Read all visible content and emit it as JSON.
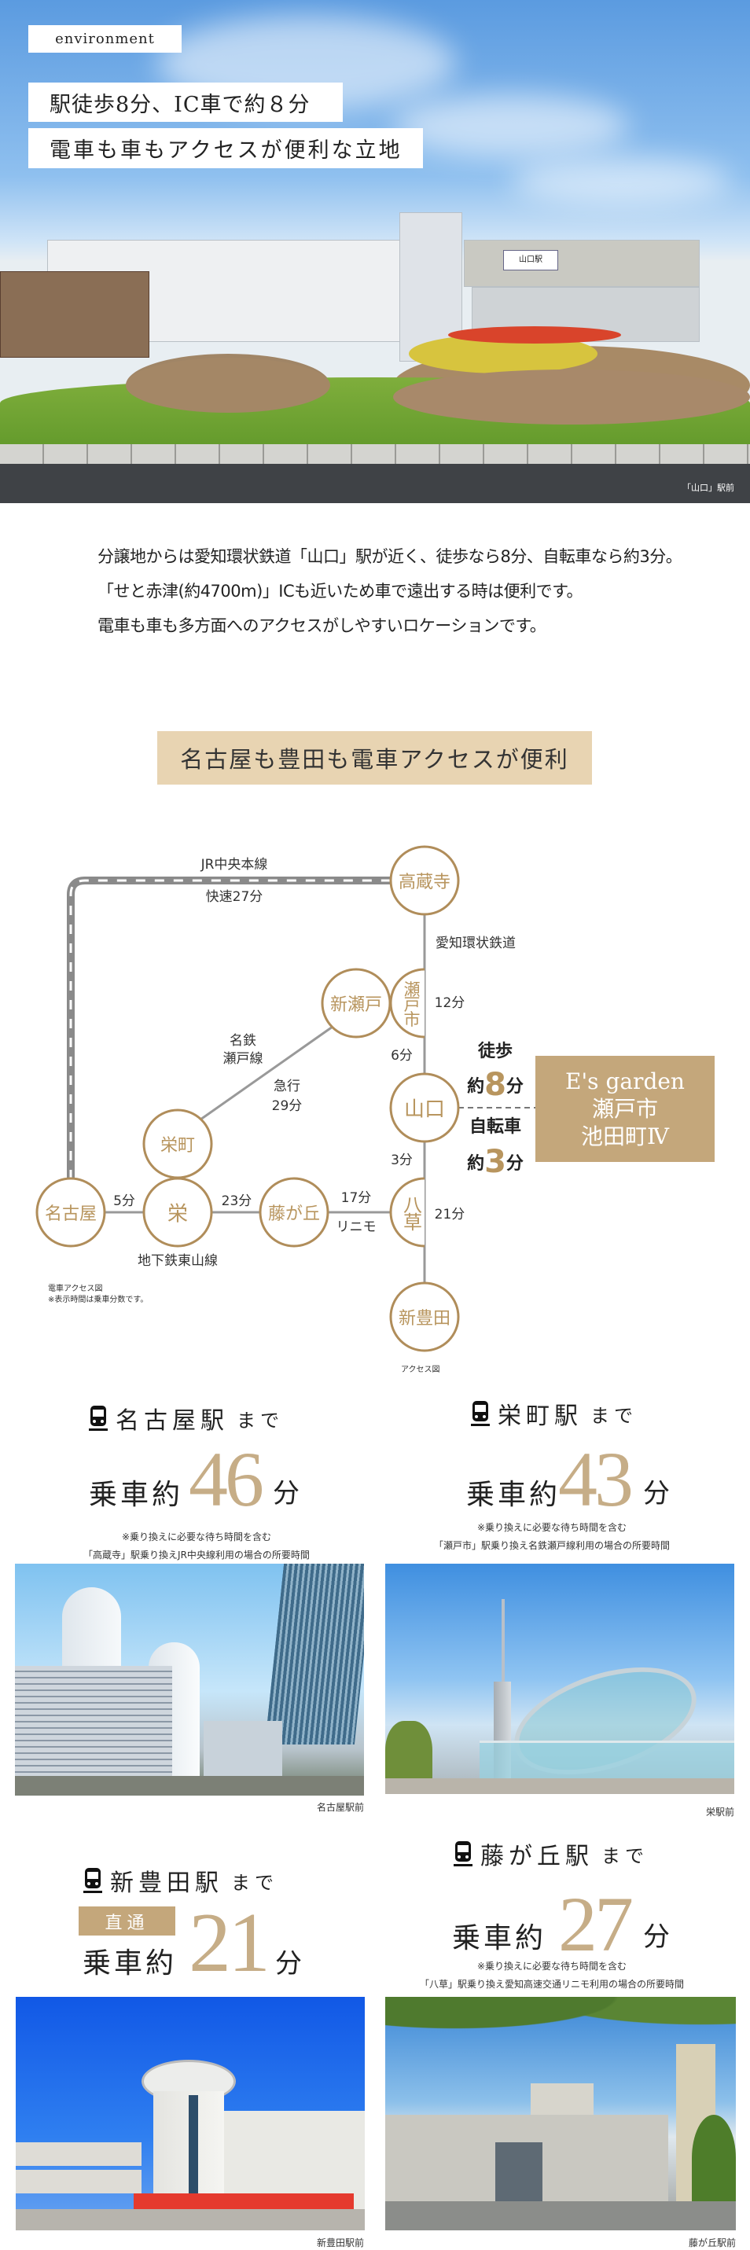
{
  "hero": {
    "label": "environment",
    "headline_1": "駅徒歩8分、IC車で約８分",
    "headline_2": "電車も車もアクセスが便利な立地",
    "caption": "「山口」駅前",
    "station_sign": "山口駅"
  },
  "intro": {
    "lines": [
      "分譲地からは愛知環状鉄道「山口」駅が近く、徒歩なら8分、自転車なら約3分。",
      "「せと赤津(約4700m)」ICも近いため車で遠出する時は便利です。",
      "電車も車も多方面へのアクセスがしやすいロケーションです。"
    ]
  },
  "banner": "名古屋も豊田も電車アクセスが便利",
  "access_map": {
    "stations": {
      "kozoji": "高蔵寺",
      "shinseto": "新瀬戸",
      "setoshi": "瀬戸市",
      "yamaguchi": "山口",
      "sakaemachi": "栄町",
      "nagoya": "名古屋",
      "sakae": "栄",
      "fujigaoka": "藤が丘",
      "yakusa": "八草",
      "shintoyota": "新豊田"
    },
    "lines": {
      "jr": "JR中央本線",
      "jr_time": "快速27分",
      "aikan": "愛知環状鉄道",
      "meitetsu_1": "名鉄",
      "meitetsu_2": "瀬戸線",
      "express_1": "急行",
      "express_2": "29分",
      "higashiyama": "地下鉄東山線",
      "linimo": "リニモ"
    },
    "times": {
      "kozoji_setoshi": "12分",
      "setoshi_yamaguchi": "6分",
      "yamaguchi_yakusa": "3分",
      "yakusa_shintoyota": "21分",
      "nagoya_sakae": "5分",
      "sakae_fujigaoka": "23分",
      "fujigaoka_yakusa": "17分"
    },
    "walk": {
      "label": "徒歩",
      "prefix": "約",
      "value": "8",
      "unit": "分"
    },
    "bike": {
      "label": "自転車",
      "prefix": "約",
      "value": "3",
      "unit": "分"
    },
    "property": {
      "line1": "E's garden",
      "line2": "瀬戸市",
      "line3": "池田町Ⅳ"
    },
    "note_title": "電車アクセス図",
    "note_body": "※表示時間は乗車分数です。",
    "caption": "アクセス図"
  },
  "destinations": [
    {
      "title": "名古屋駅",
      "suffix": "まで",
      "ride": "乗車約",
      "minutes": "46",
      "unit": "分",
      "note_1": "※乗り換えに必要な待ち時間を含む",
      "note_2": "「高蔵寺」駅乗り換えJR中央線利用の場合の所要時間",
      "caption": "名古屋駅前"
    },
    {
      "title": "栄町駅",
      "suffix": "まで",
      "ride": "乗車約",
      "minutes": "43",
      "unit": "分",
      "note_1": "※乗り換えに必要な待ち時間を含む",
      "note_2": "「瀬戸市」駅乗り換え名鉄瀬戸線利用の場合の所要時間",
      "caption": "栄駅前"
    },
    {
      "title": "新豊田駅",
      "suffix": "まで",
      "badge": "直通",
      "ride": "乗車約",
      "minutes": "21",
      "unit": "分",
      "caption": "新豊田駅前"
    },
    {
      "title": "藤が丘駅",
      "suffix": "まで",
      "ride": "乗車約",
      "minutes": "27",
      "unit": "分",
      "note_1": "※乗り換えに必要な待ち時間を含む",
      "note_2": "「八草」駅乗り換え愛知高速交通リニモ利用の場合の所要時間",
      "caption": "藤が丘駅前"
    }
  ],
  "colors": {
    "gold": "#c4a77b",
    "banner": "#e8d4b2",
    "circle": "#b08d5a",
    "number": "#c6ad87"
  }
}
